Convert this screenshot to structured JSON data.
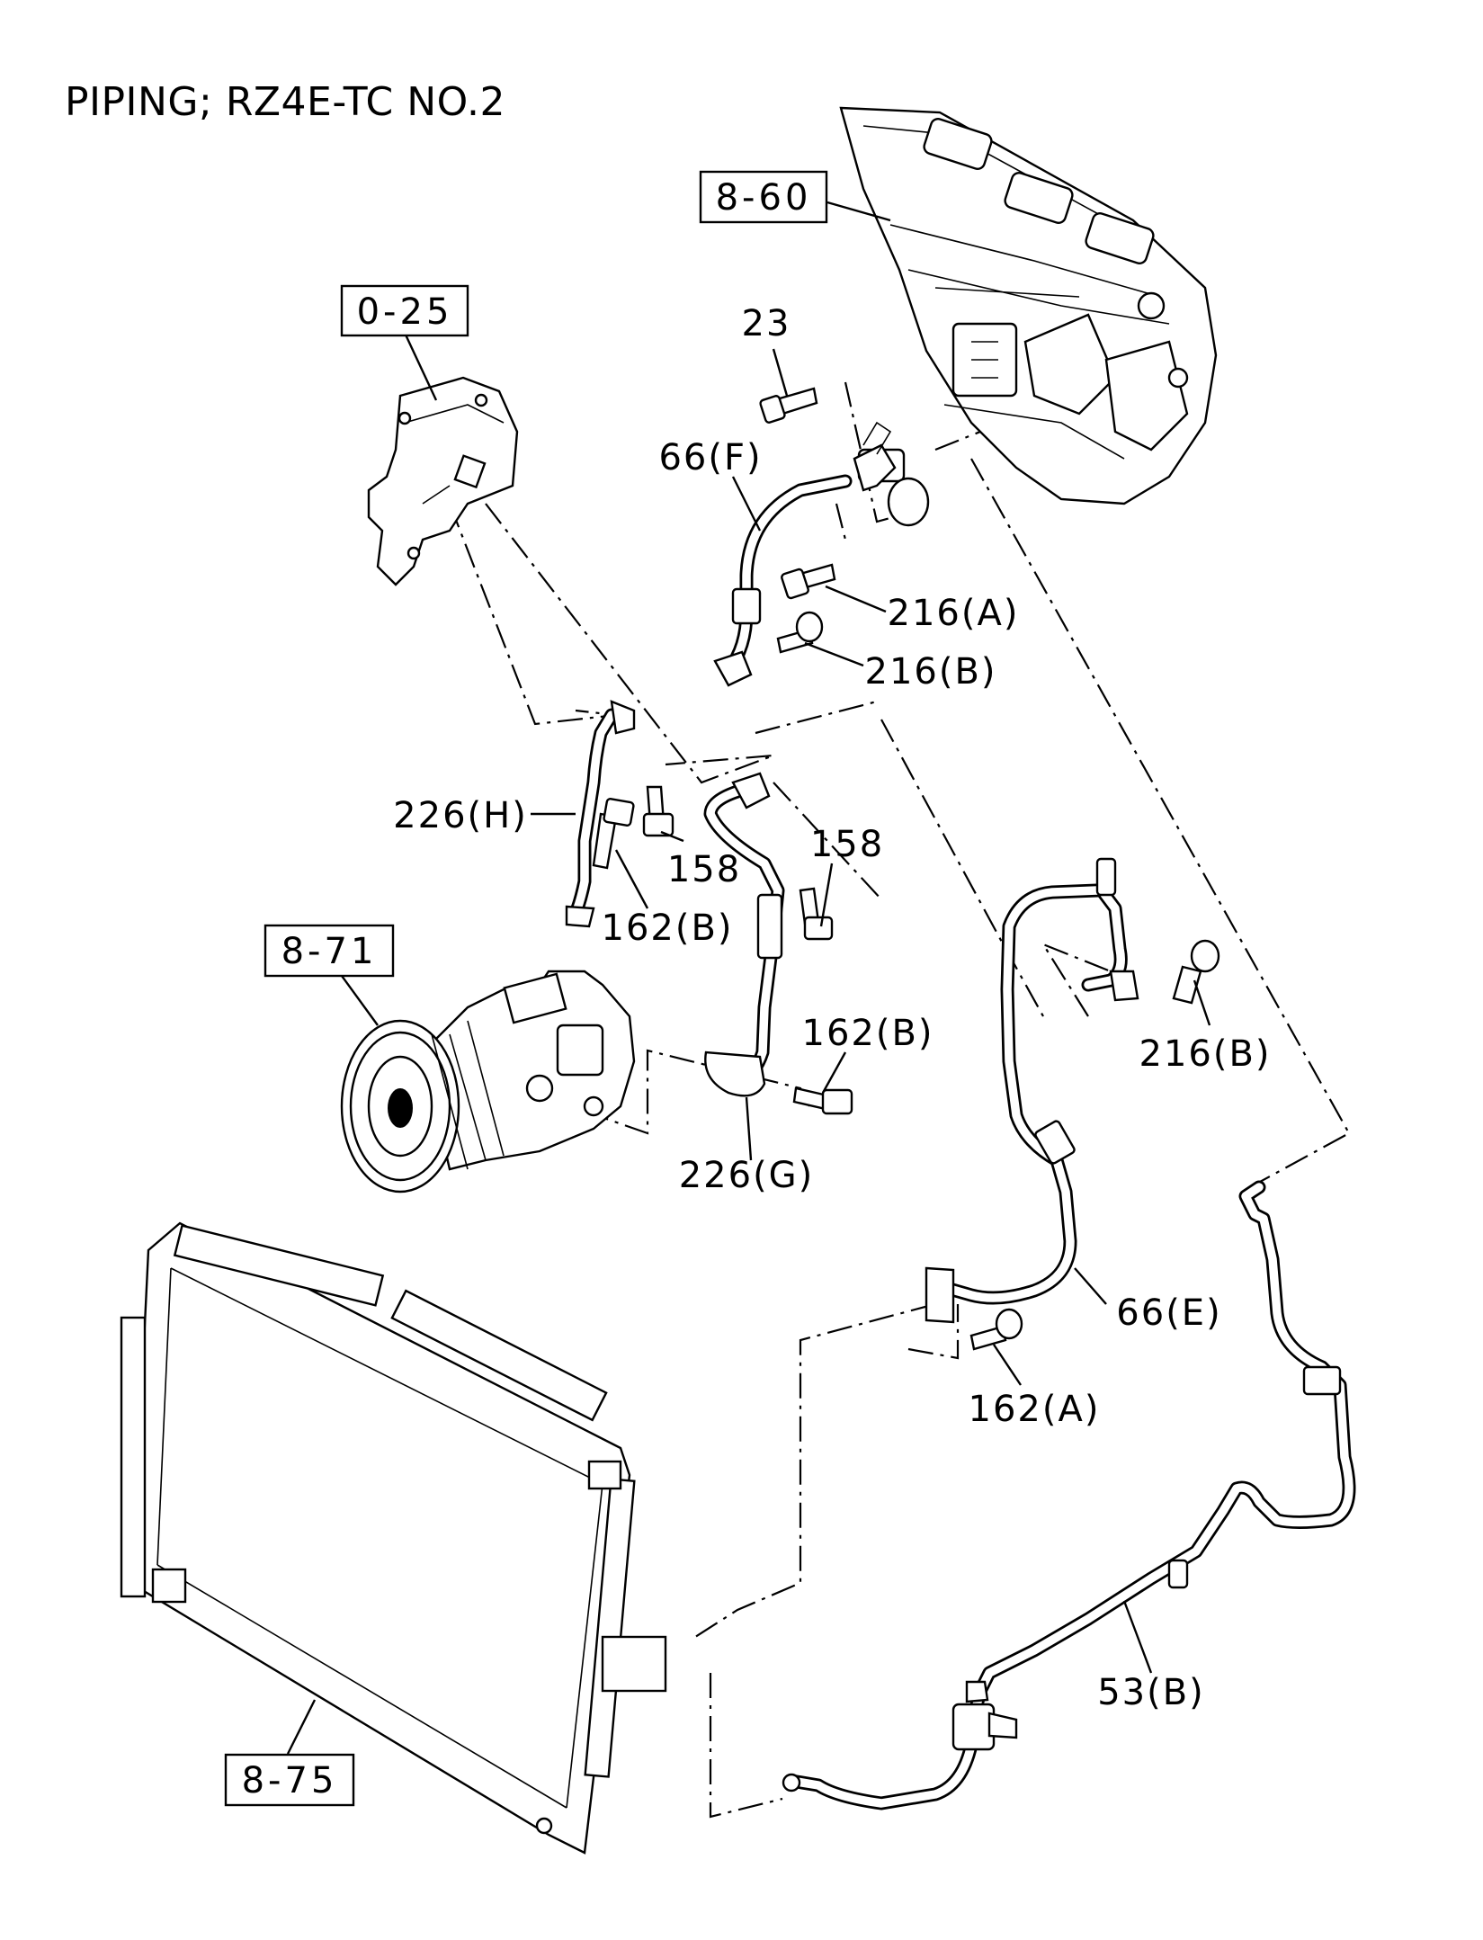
{
  "title": "PIPING; RZ4E-TC NO.2",
  "references": {
    "hvac_unit": "8-60",
    "bracket": "0-25",
    "compressor": "8-71",
    "condenser": "8-75"
  },
  "callouts": {
    "bolt_23": "23",
    "hose_66f": "66(F)",
    "bolt_216a": "216(A)",
    "bolt_216b_upper": "216(B)",
    "pipe_226h": "226(H)",
    "bolt_158_left": "158",
    "bolt_158_right": "158",
    "bolt_162b_left": "162(B)",
    "bolt_162b_right": "162(B)",
    "pipe_226g": "226(G)",
    "bolt_216b_right": "216(B)",
    "hose_66e": "66(E)",
    "bolt_162a": "162(A)",
    "pipe_53b": "53(B)"
  }
}
